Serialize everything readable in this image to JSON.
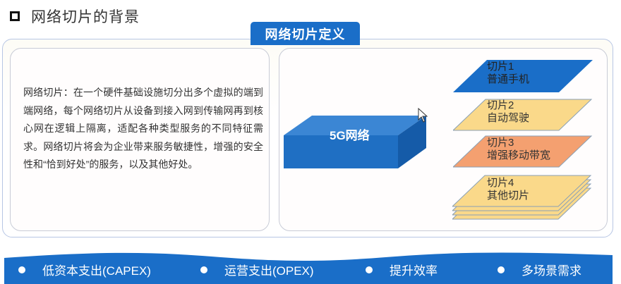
{
  "header": {
    "title": "网络切片的背景"
  },
  "section_tag": "网络切片定义",
  "definition": {
    "text": "网络切片：在一个硬件基础设施切分出多个虚拟的端到端网络，每个网络切片从设备到接入网到传输网再到核心网在逻辑上隔离，适配各种类型服务的不同特征需求。网络切片将会为企业带来服务敏捷性，增强的安全性和“恰到好处”的服务，以及其他好处。"
  },
  "diagram": {
    "network_label": "5G网络",
    "slices": [
      {
        "name": "切片1",
        "use": "普通手机",
        "color": "#1a6ec8"
      },
      {
        "name": "切片2",
        "use": "自动驾驶",
        "color": "#fad98a"
      },
      {
        "name": "切片3",
        "use": "增强移动带宽",
        "color": "#f4a070"
      },
      {
        "name": "切片4",
        "use": "其他切片",
        "color": "#fad98a"
      }
    ]
  },
  "benefits": [
    {
      "label": "低资本支出(CAPEX)"
    },
    {
      "label": "运营支出(OPEX)"
    },
    {
      "label": "提升效率"
    },
    {
      "label": "多场景需求"
    }
  ],
  "colors": {
    "primary_blue": "#1a6ec8",
    "panel_border": "#c8cbd6",
    "outer_border": "#b7c6e4"
  }
}
